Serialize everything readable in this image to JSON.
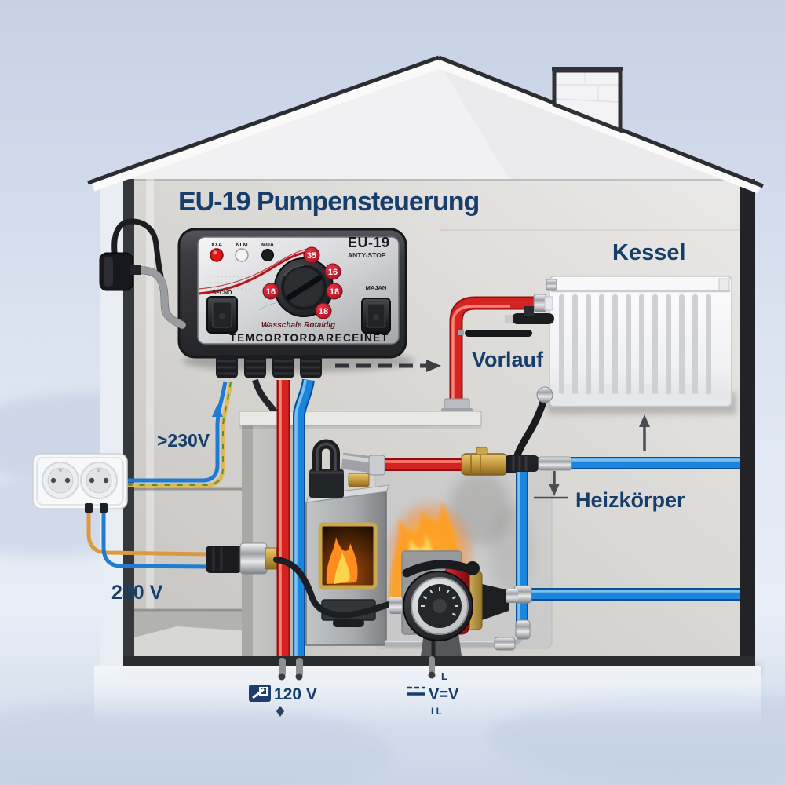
{
  "title": "EU-19 Pumpensteuerung",
  "labels": {
    "boiler": "Kessel",
    "flow": "Vorlauf",
    "radiator": "Heizkörper",
    "supply_voltage": ">230V",
    "outlet_voltage": "230 V",
    "bottom_voltage": "120 V",
    "bottom_symbol": "V=V",
    "bottom_symbol_sub": "I L",
    "bottom_symbol_top": "L"
  },
  "controller": {
    "brand": "EU-19",
    "mode_label": "ANTY-STOP",
    "led_labels": [
      "XXA",
      "NLM",
      "MUA"
    ],
    "dial_values": [
      "35",
      "16",
      "18",
      "18",
      "16"
    ],
    "left_button_label": "SECNO",
    "right_button_label": "MAJAN",
    "script_text": "Wasschale Rotaldig",
    "bottom_text": "TEMCORTORDARECEINET"
  },
  "colors": {
    "label_navy": "#173e6b",
    "pipe_red": "#d42320",
    "pipe_blue": "#1b84dc",
    "wire_yellow": "#ddb94e",
    "wire_orange": "#dc9a40",
    "brass": "#c9a24a",
    "roof_outline": "#2c2d31"
  }
}
